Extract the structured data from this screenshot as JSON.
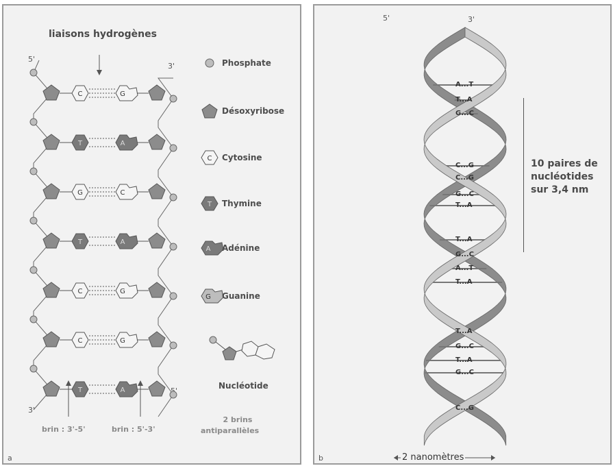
{
  "panel_a": {
    "letter": "a",
    "title": "liaisons hydrogènes",
    "end_5_top": "5'",
    "end_3_top": "3'",
    "end_3_bottom": "3'",
    "end_5_bottom": "5'",
    "strand_left_label": "brin : 3'-5'",
    "strand_right_label": "brin : 5'-3'",
    "antiparallel_label_line1": "2 brins",
    "antiparallel_label_line2": "antiparallèles",
    "legend": [
      {
        "icon": "phosphate-icon",
        "label": "Phosphate"
      },
      {
        "icon": "desoxyribose-icon",
        "label": "Désoxyribose"
      },
      {
        "icon": "cytosine-icon",
        "label": "Cytosine",
        "letter": "C"
      },
      {
        "icon": "thymine-icon",
        "label": "Thymine",
        "letter": "T"
      },
      {
        "icon": "adenine-icon",
        "label": "Adénine",
        "letter": "A"
      },
      {
        "icon": "guanine-icon",
        "label": "Guanine",
        "letter": "G"
      },
      {
        "icon": "nucleotide-icon",
        "label": "Nucléotide"
      }
    ],
    "base_pairs": [
      {
        "left": "C",
        "right": "G"
      },
      {
        "left": "T",
        "right": "A"
      },
      {
        "left": "G",
        "right": "C"
      },
      {
        "left": "T",
        "right": "A"
      },
      {
        "left": "C",
        "right": "G"
      },
      {
        "left": "C",
        "right": "G"
      },
      {
        "left": "T",
        "right": "A"
      }
    ]
  },
  "panel_b": {
    "letter": "b",
    "end_5": "5'",
    "end_3": "3'",
    "pairs": [
      "A...T",
      "T...A",
      "G...C",
      "C...G",
      "C...G",
      "G...C",
      "T...A",
      "T...A",
      "G...C",
      "A...T",
      "T...A",
      "T...A",
      "G...C",
      "T...A",
      "G...C",
      "C...G"
    ],
    "scale_label_line1": "10 paires de",
    "scale_label_line2": "nucléotides",
    "scale_label_line3": "sur 3,4 nm",
    "width_label": "2 nanomètres"
  },
  "colors": {
    "panel_bg": "#f2f2f2",
    "panel_border": "#9a9a9a",
    "dark_base": "#7a7a7a",
    "light_base": "#f5f5f5",
    "ribbon_light": "#c9c9c9",
    "ribbon_dark": "#8c8c8c"
  }
}
